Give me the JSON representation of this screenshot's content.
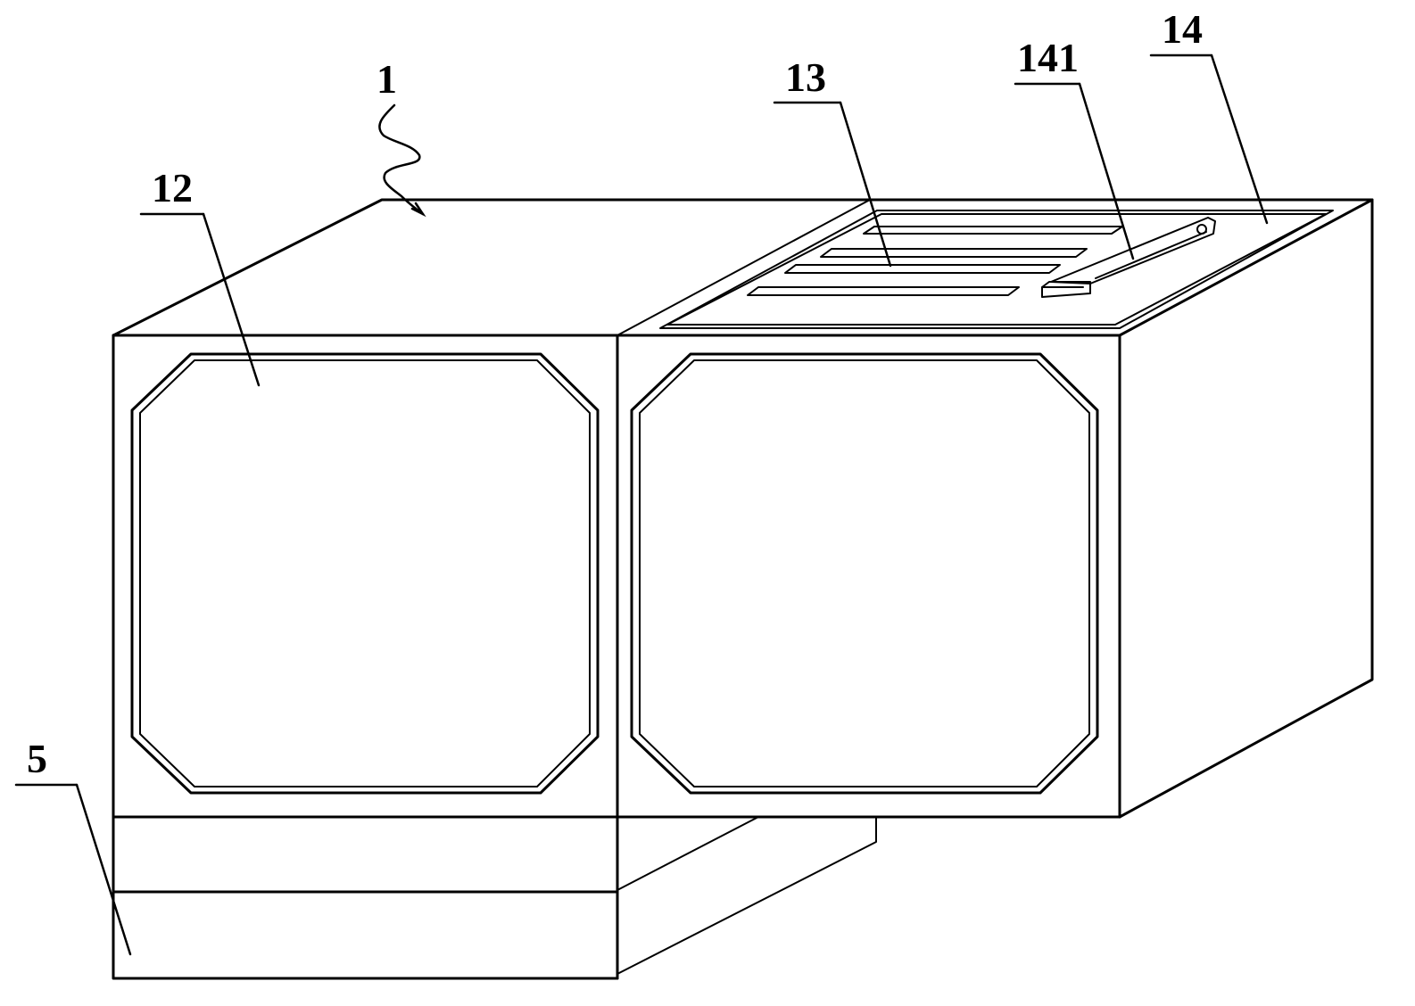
{
  "figure": {
    "labels": {
      "housing": "1",
      "window_panel": "12",
      "vent_slots": "13",
      "top_panel": "14",
      "slot_handle": "141",
      "base": "5"
    }
  }
}
